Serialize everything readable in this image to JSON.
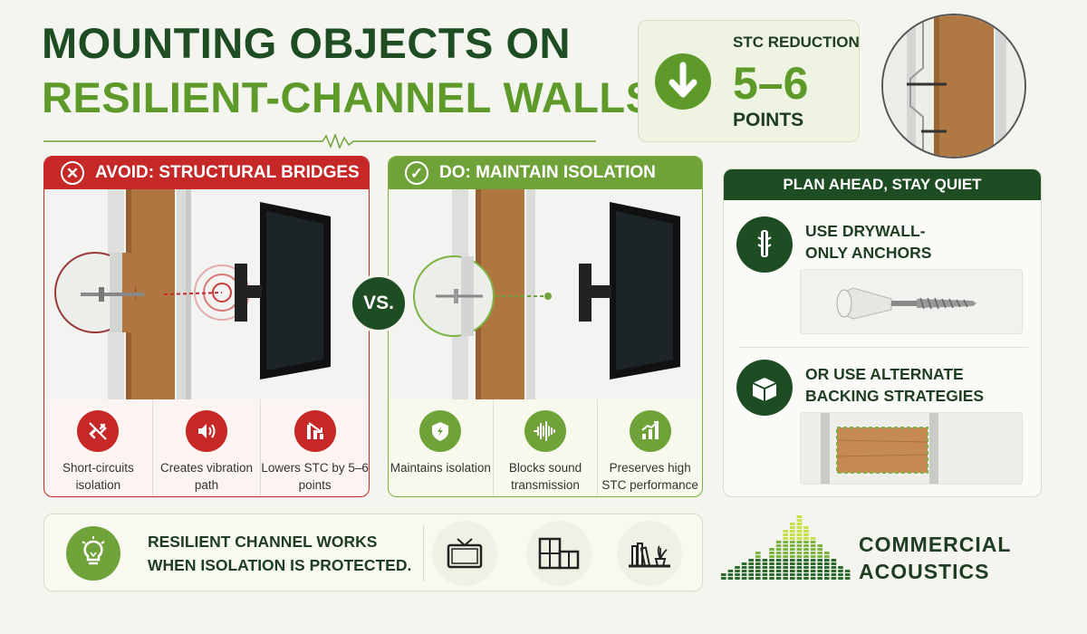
{
  "title": {
    "line1": "MOUNTING OBJECTS ON",
    "line2": "RESILIENT-CHANNEL WALLS"
  },
  "stc": {
    "label": "STC REDUCTION",
    "value": "5–6",
    "unit": "POINTS",
    "icon": "arrow-down-icon"
  },
  "avoid": {
    "heading": "AVOID: STRUCTURAL BRIDGES",
    "icon": "x-icon",
    "features": [
      {
        "icon": "broken-link-icon",
        "text": "Short-circuits isolation"
      },
      {
        "icon": "speaker-icon",
        "text": "Creates vibration path"
      },
      {
        "icon": "chart-down-icon",
        "text": "Lowers STC by 5–6 points"
      }
    ]
  },
  "do": {
    "heading": "DO: MAINTAIN ISOLATION",
    "icon": "check-icon",
    "features": [
      {
        "icon": "shield-icon",
        "text": "Maintains isolation"
      },
      {
        "icon": "sound-wave-icon",
        "text": "Blocks sound transmission"
      },
      {
        "icon": "chart-up-icon",
        "text": "Preserves high STC performance"
      }
    ]
  },
  "vs": "VS.",
  "plan": {
    "heading": "PLAN AHEAD, STAY QUIET",
    "items": [
      {
        "icon": "anchor-icon",
        "line1": "USE DRYWALL-",
        "line2": "ONLY ANCHORS"
      },
      {
        "icon": "box-icon",
        "line1": "OR USE ALTERNATE",
        "line2": "BACKING STRATEGIES"
      }
    ]
  },
  "banner": {
    "line1": "RESILIENT CHANNEL WORKS",
    "line2": "WHEN ISOLATION IS PROTECTED.",
    "icons": [
      "lightbulb-icon",
      "tv-icon",
      "cabinet-icon",
      "shelf-icon"
    ]
  },
  "brand": {
    "line1": "COMMERCIAL",
    "line2": "ACOUSTICS"
  },
  "colors": {
    "dark_green": "#1e4d24",
    "light_green": "#5d9a2a",
    "red": "#c62828"
  }
}
